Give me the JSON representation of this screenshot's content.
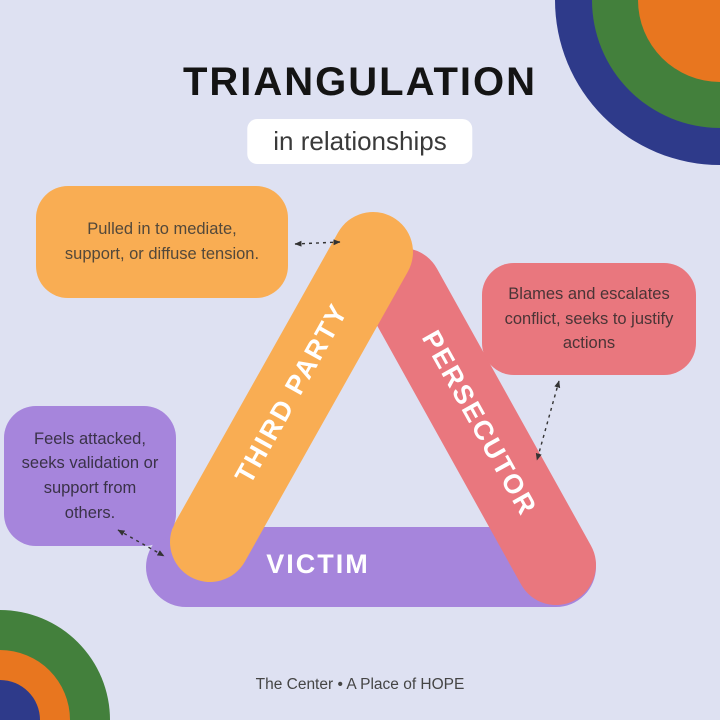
{
  "header": {
    "title": "TRIANGULATION",
    "subtitle": "in relationships"
  },
  "triangle": {
    "sides": [
      {
        "role": "third-party",
        "label": "THIRD PARTY",
        "color": "#f9ad53"
      },
      {
        "role": "persecutor",
        "label": "PERSECUTOR",
        "color": "#e9777e"
      },
      {
        "role": "victim",
        "label": "VICTIM",
        "color": "#a685dc"
      }
    ]
  },
  "callouts": [
    {
      "target": "third-party",
      "text": "Pulled in to mediate, support, or diffuse tension.",
      "color": "#f9ad53"
    },
    {
      "target": "persecutor",
      "text": "Blames and escalates conflict, seeks to justify actions",
      "color": "#e9777e"
    },
    {
      "target": "victim",
      "text": "Feels attacked, seeks validation or support from others.",
      "color": "#a685dc"
    }
  ],
  "footer": {
    "text": "The Center • A Place of HOPE"
  },
  "colors": {
    "background": "#dee1f2",
    "decoration_navy": "#2e3a8a",
    "decoration_green": "#43803c",
    "decoration_orange": "#e8761f",
    "arrow": "#333333"
  }
}
